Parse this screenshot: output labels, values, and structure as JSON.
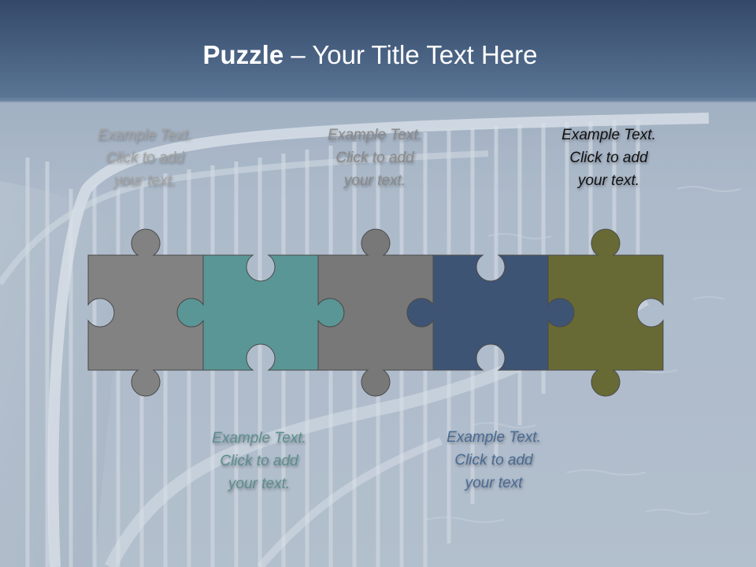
{
  "title": {
    "bold": "Puzzle",
    "rest": " – Your Title Text Here"
  },
  "colors": {
    "header_top": "#3a5478",
    "header_bottom": "#5a7595",
    "water": "#a9b7c7",
    "piece_gray": "#828282",
    "piece_teal": "#5b9696",
    "piece_gray2": "#787878",
    "piece_blue": "#3d5475",
    "piece_olive": "#686a36",
    "text_faint": "#a5a5a5",
    "text_teal": "#5c8f8f",
    "text_dark": "#8a8a8a",
    "text_blue": "#4a6b95",
    "text_black": "#111111"
  },
  "pieces": [
    {
      "name": "puzzle-piece-1",
      "color": "piece_gray"
    },
    {
      "name": "puzzle-piece-2",
      "color": "piece_teal"
    },
    {
      "name": "puzzle-piece-3",
      "color": "piece_gray2"
    },
    {
      "name": "puzzle-piece-4",
      "color": "piece_blue"
    },
    {
      "name": "puzzle-piece-5",
      "color": "piece_olive"
    }
  ],
  "notes": {
    "top1": [
      "Example Text.",
      "Click  to add",
      "your text."
    ],
    "top2": [
      "Example Text.",
      "Click  to add",
      "your text."
    ],
    "top3": [
      "Example Text.",
      "Click  to add",
      "your text."
    ],
    "bottom1": [
      "Example Text.",
      "Click  to add",
      "your text."
    ],
    "bottom2": [
      "Example Text.",
      "Click  to add",
      "your text"
    ]
  }
}
